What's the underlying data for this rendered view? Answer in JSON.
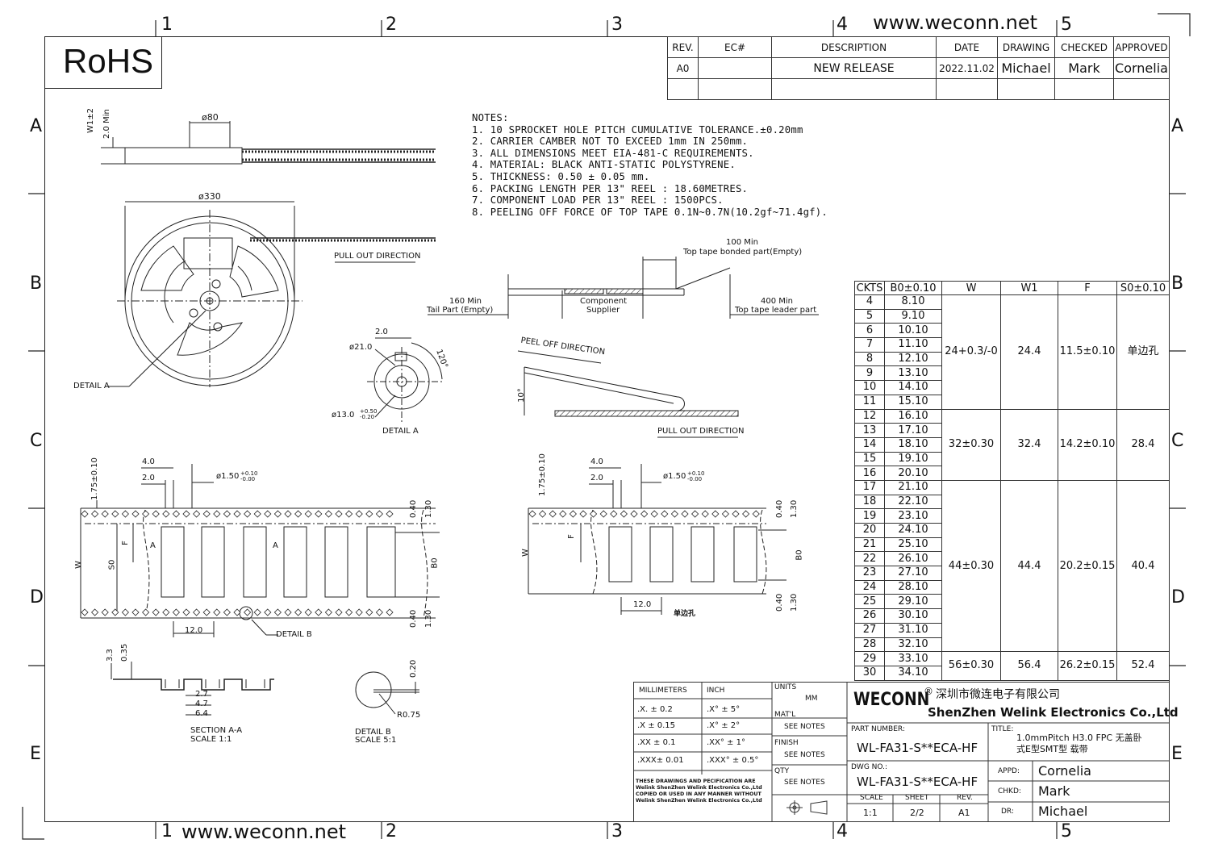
{
  "header": {
    "site_top": "www.weconn.net",
    "site_bottom": "www.weconn.net",
    "rohs": "RoHS",
    "zones_top": [
      "1",
      "2",
      "3",
      "4",
      "5"
    ],
    "zones_side": [
      "A",
      "B",
      "C",
      "D",
      "E"
    ]
  },
  "revision": {
    "headers": [
      "REV.",
      "EC#",
      "DESCRIPTION",
      "DATE",
      "DRAWING",
      "CHECKED",
      "APPROVED"
    ],
    "row": [
      "A0",
      "",
      "NEW RELEASE",
      "2022.11.02",
      "Michael",
      "Mark",
      "Cornelia"
    ]
  },
  "notes": {
    "title": "NOTES:",
    "lines": [
      "1. 10 SPROCKET HOLE PITCH CUMULATIVE TOLERANCE.±0.20mm",
      "2. CARRIER CAMBER NOT TO EXCEED 1mm IN 250mm.",
      "3. ALL DIMENSIONS MEET EIA-481-C REQUIREMENTS.",
      "4. MATERIAL: BLACK ANTI-STATIC POLYSTYRENE.",
      "5. THICKNESS: 0.50 ± 0.05 mm.",
      "6. PACKING LENGTH PER 13\" REEL : 18.60METRES.",
      "7. COMPONENT LOAD PER 13\" REEL : 1500PCS.",
      "8. PEELING OFF FORCE OF TOP TAPE 0.1N~0.7N(10.2gf~71.4gf)."
    ]
  },
  "labels": {
    "w1": "W1±2",
    "min20": "2.0 Min",
    "d80": "ø80",
    "d330": "ø330",
    "pull_out": "PULL OUT DIRECTION",
    "detail_a": "DETAIL A",
    "detail_a2": "DETAIL   A",
    "d21": "ø21.0",
    "d13": "ø13.0",
    "d13_tol": "+0.50 -0.20",
    "dim20": "2.0",
    "ang120": "120°",
    "min100": "100 Min",
    "top_bonded": "Top tape bonded part(Empty)",
    "min160": "160 Min",
    "tail": "Tail Part (Empty)",
    "component": "Component",
    "supplier": "Supplier",
    "min400": "400 Min",
    "leader": "Top tape leader part",
    "peel_off": "PEEL OFF DIRECTION",
    "ang10": "10°",
    "pull_out2": "PULL OUT DIRECTION",
    "d40": "4.0",
    "d20b": "2.0",
    "d175": "1.75±0.10",
    "d150": "ø1.50",
    "d150_tol": "+0.10 -0.00",
    "W": "W",
    "S0": "S0",
    "F": "F",
    "A": "A",
    "B0": "B0",
    "d040": "0.40",
    "d130": "1.30",
    "d12": "12.0",
    "detail_b": "DETAIL B",
    "single_hole": "单边孔",
    "d33": "3.3",
    "d035": "0.35",
    "d27": "2.7",
    "d47": "4.7",
    "d64": "6.4",
    "section_aa": "SECTION A-A",
    "scale11": "SCALE    1:1",
    "d020": "0.20",
    "r075": "R0.75",
    "detail_b2": "DETAIL   B",
    "scale51": "SCALE 5:1"
  },
  "ckts_table": {
    "headers": [
      "CKTS",
      "B0±0.10",
      "W",
      "W1",
      "F",
      "S0±0.10"
    ],
    "rows": [
      [
        "4",
        "8.10"
      ],
      [
        "5",
        "9.10"
      ],
      [
        "6",
        "10.10"
      ],
      [
        "7",
        "11.10"
      ],
      [
        "8",
        "12.10"
      ],
      [
        "9",
        "13.10"
      ],
      [
        "10",
        "14.10"
      ],
      [
        "11",
        "15.10"
      ],
      [
        "12",
        "16.10"
      ],
      [
        "13",
        "17.10"
      ],
      [
        "14",
        "18.10"
      ],
      [
        "15",
        "19.10"
      ],
      [
        "16",
        "20.10"
      ],
      [
        "17",
        "21.10"
      ],
      [
        "18",
        "22.10"
      ],
      [
        "19",
        "23.10"
      ],
      [
        "20",
        "24.10"
      ],
      [
        "21",
        "25.10"
      ],
      [
        "22",
        "26.10"
      ],
      [
        "23",
        "27.10"
      ],
      [
        "24",
        "28.10"
      ],
      [
        "25",
        "29.10"
      ],
      [
        "26",
        "30.10"
      ],
      [
        "27",
        "31.10"
      ],
      [
        "28",
        "32.10"
      ],
      [
        "29",
        "33.10"
      ],
      [
        "30",
        "34.10"
      ]
    ],
    "groups": [
      {
        "W": "24+0.3/-0",
        "W1": "24.4",
        "F": "11.5±0.10",
        "S0": "单边孔"
      },
      {
        "W": "32±0.30",
        "W1": "32.4",
        "F": "14.2±0.10",
        "S0": "28.4"
      },
      {
        "W": "44±0.30",
        "W1": "44.4",
        "F": "20.2±0.15",
        "S0": "40.4"
      },
      {
        "W": "56±0.30",
        "W1": "56.4",
        "F": "26.2±0.15",
        "S0": "52.4"
      }
    ]
  },
  "title_block": {
    "mm": "MILLIMETERS",
    "inch": "INCH",
    "units": "UNITS",
    "units_val": "MM",
    "tol_mm": [
      ".X.  ±  0.2",
      ".X    ± 0.15",
      ".XX  ± 0.1",
      ".XXX±  0.01"
    ],
    "tol_in": [
      ".X°   ±   5°",
      ".X°   ±  2°",
      ".XX°  ±  1°",
      ".XXX°  ±  0.5°"
    ],
    "matl": "MAT'L",
    "finish": "FINISH",
    "qty": "QTY",
    "see_notes": "SEE NOTES",
    "disclaimer": "THESE DRAWINGS AND PECIFICATION  ARE Welink ShenZhen Welink Electronics Co.,Ltd  COPIED OR USED IN ANY MANNER WITHOUT Welink ShenZhen Welink Electronics Co.,Ltd",
    "brand": "WECONN",
    "company_cn": "深圳市微连电子有限公司",
    "company_en": "ShenZhen Welink Electronics Co.,Ltd",
    "part_number_label": "PART NUMBER:",
    "part_number": "WL-FA31-S**ECA-HF",
    "title_label": "TITLE:",
    "title_line1": "1.0mmPitch H3.0 FPC 无盖卧",
    "title_line2": "式E型SMT型 载带",
    "dwg_label": "DWG NO.:",
    "dwg_no": "WL-FA31-S**ECA-HF",
    "scale_label": "SCALE",
    "sheet_label": "SHEET",
    "rev_label": "REV.",
    "scale": "1:1",
    "sheet": "2/2",
    "rev": "A1",
    "appd_label": "APPD:",
    "appd": "Cornelia",
    "chkd_label": "CHKD:",
    "chkd": "Mark",
    "dr_label": "DR:",
    "dr": "Michael"
  }
}
